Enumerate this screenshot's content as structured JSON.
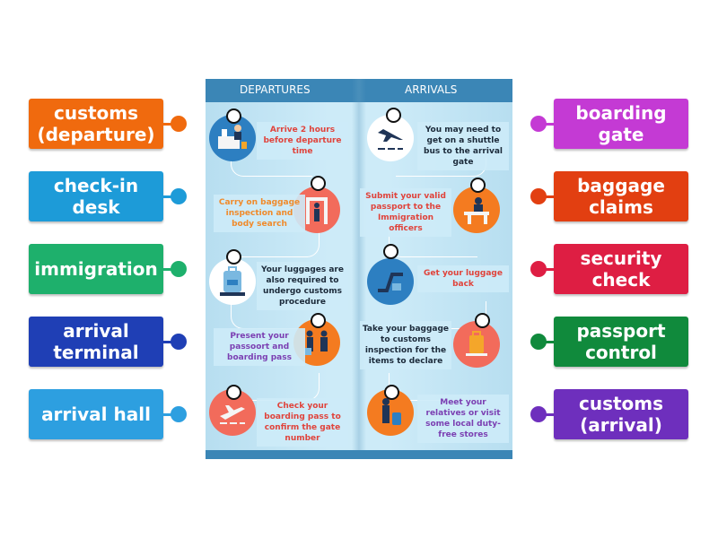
{
  "left_labels": [
    {
      "text": "customs\n(departure)",
      "color": "#f06a0e"
    },
    {
      "text": "check-in\ndesk",
      "color": "#1d9bd8"
    },
    {
      "text": "immigration",
      "color": "#1eb06c"
    },
    {
      "text": "arrival\nterminal",
      "color": "#1f3fb5"
    },
    {
      "text": "arrival hall",
      "color": "#2d9fe0"
    }
  ],
  "right_labels": [
    {
      "text": "boarding\ngate",
      "color": "#c43ad4"
    },
    {
      "text": "baggage\nclaims",
      "color": "#e23f11"
    },
    {
      "text": "security\ncheck",
      "color": "#de1e43"
    },
    {
      "text": "passport\ncontrol",
      "color": "#108a3c"
    },
    {
      "text": "customs\n(arrival)",
      "color": "#6e2fbd"
    }
  ],
  "poster": {
    "departures_title": "DEPARTURES",
    "arrivals_title": "ARRIVALS",
    "departures": [
      {
        "text": "Arrive 2 hours before departure time",
        "icon": "check-in-desk-icon",
        "circle": "#2d7fc1",
        "text_color": "#e0433b"
      },
      {
        "text": "Carry on baggage inspection and body search",
        "icon": "body-scanner-icon",
        "circle": "#f26b5b",
        "text_color": "#f08a2a"
      },
      {
        "text": "Your luggages are also required to undergo customs procedure",
        "icon": "luggage-scan-icon",
        "circle": "#ffffff",
        "text_color": "#1b2a3a"
      },
      {
        "text": "Present your passoort and boarding pass",
        "icon": "officer-passenger-icon",
        "circle": "#f47b20",
        "text_color": "#7b3fb2"
      },
      {
        "text": "Check your boarding pass to confirm the gate number",
        "icon": "departing-plane-icon",
        "circle": "#f26b5b",
        "text_color": "#e0433b"
      }
    ],
    "arrivals": [
      {
        "text": "You may need to get on a shuttle bus to the arrival gate",
        "icon": "landing-plane-icon",
        "circle": "#ffffff",
        "text_color": "#1b2a3a"
      },
      {
        "text": "Submit your valid passport to the Immigration officers",
        "icon": "immigration-officer-icon",
        "circle": "#f47b20",
        "text_color": "#e0433b"
      },
      {
        "text": "Get your luggage back",
        "icon": "baggage-carousel-icon",
        "circle": "#2d7fc1",
        "text_color": "#e0433b"
      },
      {
        "text": "Take your baggage to customs inspection for the items to declare",
        "icon": "baggage-customs-icon",
        "circle": "#f26b5b",
        "text_color": "#1b2a3a"
      },
      {
        "text": "Meet your relatives or visit some local duty-free stores",
        "icon": "traveler-luggage-icon",
        "circle": "#f47b20",
        "text_color": "#7b3fb2"
      }
    ]
  }
}
